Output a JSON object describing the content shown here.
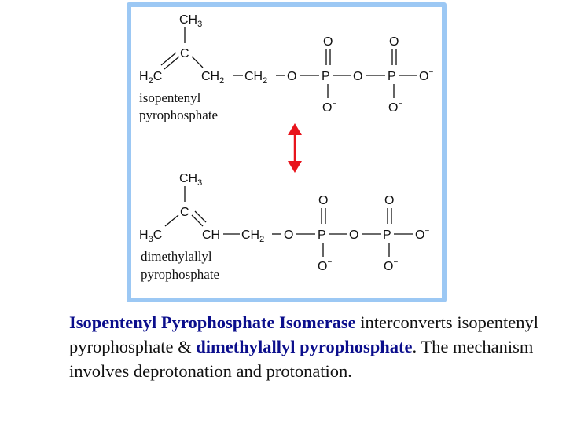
{
  "diagram": {
    "frame_color": "#9cc8f4",
    "arrow_color": "#e8141c",
    "arrow_type": "double-headed-vertical",
    "molecule_top": {
      "name_line1": "isopentenyl",
      "name_line2": "pyrophosphate",
      "atoms": {
        "methyl": "CH",
        "methyl_sub": "3",
        "central_c": "C",
        "terminal": "H",
        "terminal_sub": "2",
        "terminal_c": "C",
        "ch2a": "CH",
        "ch2a_sub": "2",
        "ch2b": "CH",
        "ch2b_sub": "2",
        "o_bridge1": "O",
        "p1": "P",
        "o_bridge2": "O",
        "p2": "P",
        "o_end": "O",
        "o_dbl1": "O",
        "o_dbl2": "O",
        "o_minus1": "O",
        "o_minus2": "O",
        "charge": "−"
      }
    },
    "molecule_bottom": {
      "name_line1": "dimethylallyl",
      "name_line2": "pyrophosphate",
      "atoms": {
        "methyl": "CH",
        "methyl_sub": "3",
        "central_c": "C",
        "terminal": "H",
        "terminal_sub": "3",
        "terminal_c": "C",
        "ch": "CH",
        "ch2": "CH",
        "ch2_sub": "2",
        "o_bridge1": "O",
        "p1": "P",
        "o_bridge2": "O",
        "p2": "P",
        "o_end": "O",
        "o_dbl1": "O",
        "o_dbl2": "O",
        "o_minus1": "O",
        "o_minus2": "O",
        "charge": "−"
      }
    }
  },
  "caption": {
    "enzyme": "Isopentenyl Pyrophosphate Isomerase",
    "text1": " interconverts isopentenyl pyrophosphate & ",
    "product": "dimethylallyl pyrophosphate",
    "text2": ". The mechanism involves deprotonation and protonation."
  }
}
